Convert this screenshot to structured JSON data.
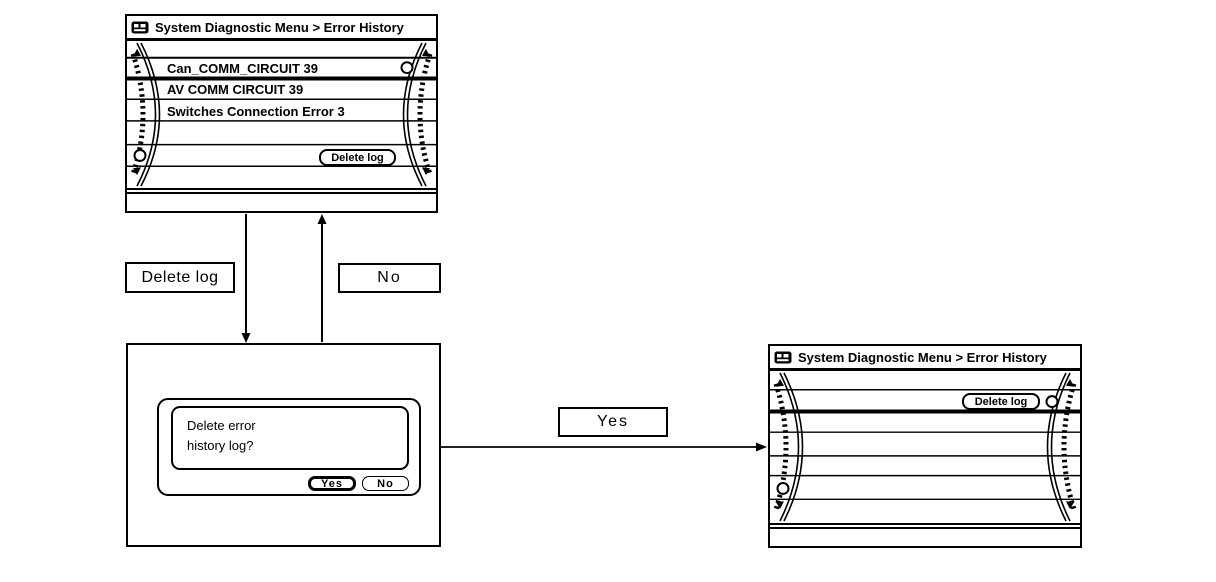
{
  "diagram": {
    "colors": {
      "line": "#000000",
      "background": "#ffffff"
    },
    "screens": {
      "error_history_before": {
        "title": "System Diagnostic Menu > Error History",
        "errors": [
          "Can_COMM_CIRCUIT 39",
          "AV COMM CIRCUIT 39",
          "Switches Connection Error 3"
        ],
        "selected_error": "Can_COMM_CIRCUIT 39",
        "delete_log_button": "Delete log"
      },
      "delete_confirm": {
        "message_line1": "Delete error",
        "message_line2": "history log?",
        "yes_button": "Yes",
        "no_button": "No"
      },
      "error_history_after": {
        "title": "System Diagnostic Menu > Error History",
        "delete_log_button": "Delete log"
      }
    },
    "transitions": {
      "delete_log_label": "Delete log",
      "no_label": "No",
      "yes_label": "Yes"
    }
  }
}
